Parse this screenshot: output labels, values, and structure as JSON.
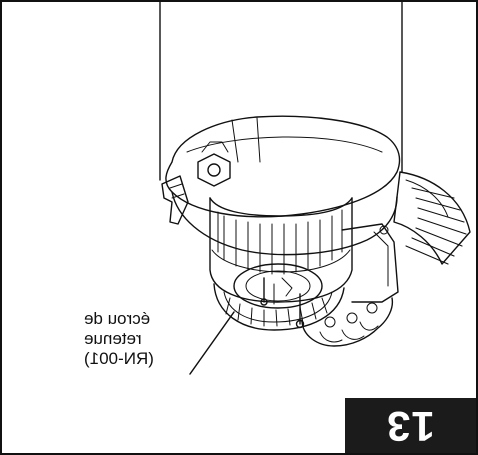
{
  "step": {
    "number": "13"
  },
  "callout": {
    "line1": "écrou de",
    "line2": "retenue",
    "line3": "(RN-001)"
  },
  "colors": {
    "badge_background": "#1b1b1b",
    "badge_text": "#ffffff",
    "line_art": "#111111"
  }
}
